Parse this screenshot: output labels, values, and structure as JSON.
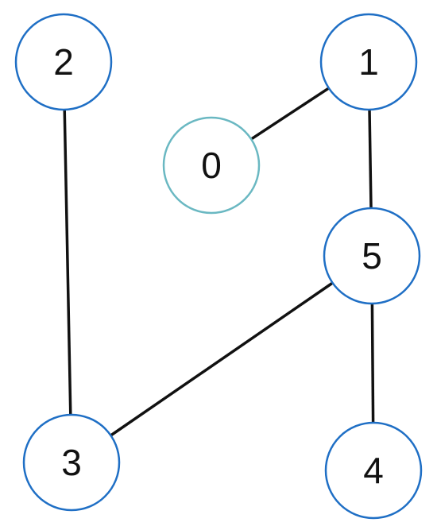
{
  "graph": {
    "nodes": [
      {
        "id": "2",
        "label": "2",
        "stroke": "#1f6fc5"
      },
      {
        "id": "1",
        "label": "1",
        "stroke": "#1f6fc5"
      },
      {
        "id": "0",
        "label": "0",
        "stroke": "#6ab8c2"
      },
      {
        "id": "5",
        "label": "5",
        "stroke": "#1f6fc5"
      },
      {
        "id": "3",
        "label": "3",
        "stroke": "#1f6fc5"
      },
      {
        "id": "4",
        "label": "4",
        "stroke": "#1f6fc5"
      }
    ],
    "edges": [
      {
        "from": "0",
        "to": "1"
      },
      {
        "from": "1",
        "to": "5"
      },
      {
        "from": "2",
        "to": "3"
      },
      {
        "from": "5",
        "to": "3"
      },
      {
        "from": "5",
        "to": "4"
      }
    ]
  },
  "colors": {
    "edge": "#111111",
    "node_fill": "#ffffff",
    "label": "#111111"
  }
}
